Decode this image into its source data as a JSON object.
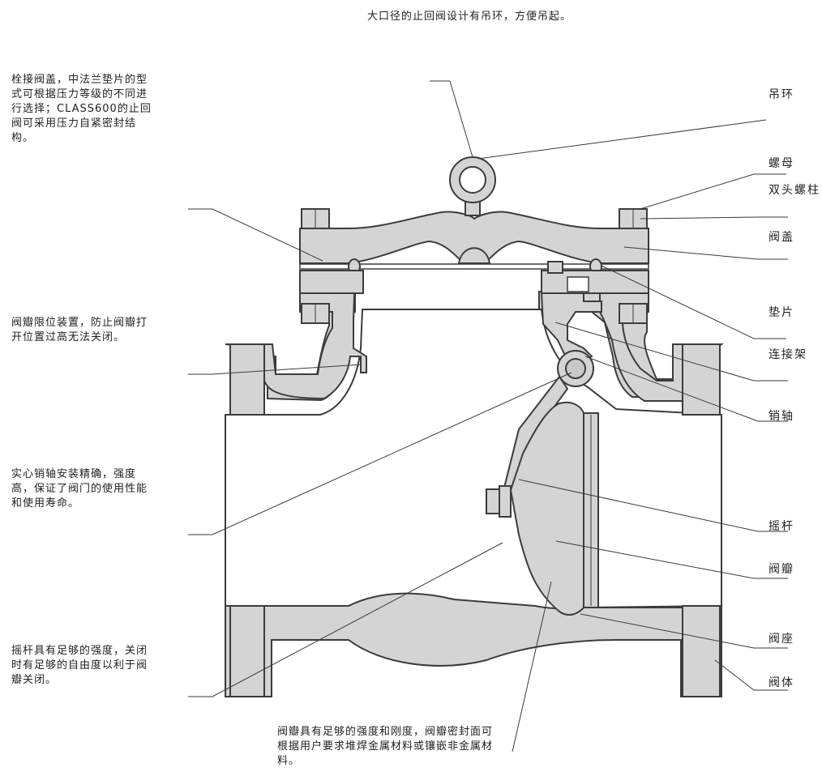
{
  "top_note": "大口径的止回阀设计有吊环，方便吊起。",
  "notes": {
    "bonnet": "栓接阀盖，中法兰垫片的型\n式可根据压力等级的不同进\n行选择；CLASS600的止回\n阀可采用压力自紧密封结\n构。",
    "limiter": "阀瓣限位装置，防止阀瓣打\n开位置过高无法关闭。",
    "pin": "实心销轴安装精确，强度\n高，保证了阀门的使用性能\n和使用寿命。",
    "arm": "摇杆具有足够的强度，关闭\n时有足够的自由度以利于阀\n瓣关闭。",
    "disc": "阀瓣具有足够的强度和刚度，阀瓣密封面可\n根据用户要求堆焊金属材料或镶嵌非金属材\n料。"
  },
  "parts": {
    "eyebolt": "吊环",
    "nut": "螺母",
    "stud": "双头螺柱",
    "bonnet": "阀盖",
    "gasket": "垫片",
    "bracket": "连接架",
    "pin": "销轴",
    "arm": "摇杆",
    "disc": "阀瓣",
    "seat": "阀座",
    "body": "阀体"
  }
}
